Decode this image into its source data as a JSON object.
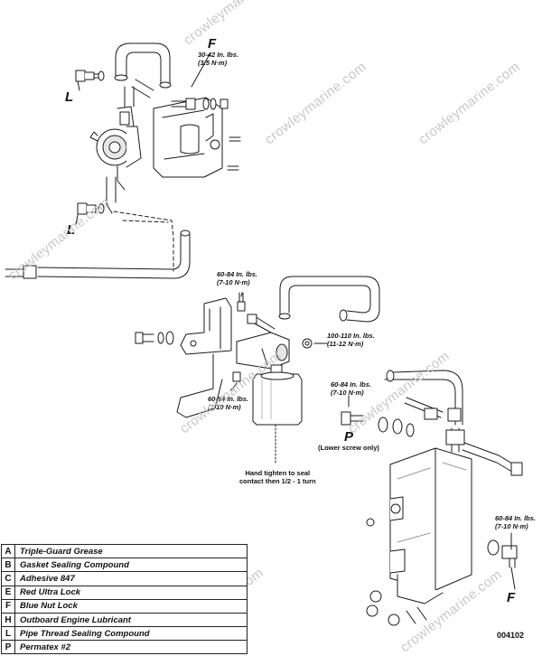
{
  "callouts": {
    "f_top": "F",
    "l_upper": "L",
    "l_lower": "L",
    "p": "P",
    "f_bottom": "F"
  },
  "torque_specs": {
    "spec_f_top": "30-42 In. lbs.\n(3.5 N·m)",
    "spec_bracket_top": "60-84 In. lbs.\n(7-10 N·m)",
    "spec_filter_fitting": "100-110 In. lbs.\n(11-12 N·m)",
    "spec_bracket_lower": "60-84 In. lbs.\n(7-10 N·m)",
    "spec_p": "60-84 In. lbs.\n(7-10 N·m)",
    "spec_f_bottom": "60-84 In. lbs.\n(7-10 N·m)"
  },
  "notes": {
    "lower_screw_only": "(Lower screw only)",
    "hand_tighten": "Hand tighten to seal\ncontact then 1/2 - 1 turn"
  },
  "watermark_text": "crowleymarine.com",
  "legend": [
    {
      "key": "A",
      "text": "Triple-Guard Grease"
    },
    {
      "key": "B",
      "text": "Gasket Sealing Compound"
    },
    {
      "key": "C",
      "text": "Adhesive 847"
    },
    {
      "key": "E",
      "text": "Red Ultra Lock"
    },
    {
      "key": "F",
      "text": "Blue Nut Lock"
    },
    {
      "key": "H",
      "text": "Outboard Engine Lubricant"
    },
    {
      "key": "L",
      "text": "Pipe Thread Sealing Compound"
    },
    {
      "key": "P",
      "text": "Permatex #2"
    }
  ],
  "figure_number": "004102",
  "colors": {
    "line": "#1a1a1a",
    "watermark": "#c8c8c8",
    "fill": "#ffffff",
    "shade": "#e6e6e6"
  }
}
